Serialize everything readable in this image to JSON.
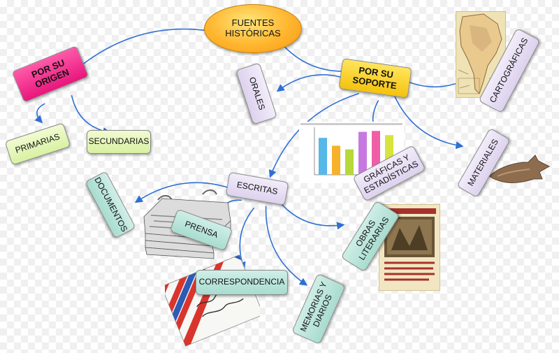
{
  "diagram": {
    "nodes": [
      {
        "id": "fuentes",
        "label": "FUENTES\nHISTÓRICAS",
        "style": "root",
        "color": "#f7a31b"
      },
      {
        "id": "origen",
        "label": "POR SU\nORIGEN",
        "style": "origen",
        "color": "#ee2a88"
      },
      {
        "id": "soporte",
        "label": "POR SU\nSOPORTE",
        "style": "soporte",
        "color": "#f7d02a"
      },
      {
        "id": "primarias",
        "label": "PRIMARIAS",
        "style": "green",
        "color": "#e5f7b5"
      },
      {
        "id": "secundarias",
        "label": "SECUNDARIAS",
        "style": "green",
        "color": "#e5f7b5"
      },
      {
        "id": "orales",
        "label": "ORALES",
        "style": "purple",
        "color": "#e6dcf2"
      },
      {
        "id": "cartograficas",
        "label": "CARTOGRÁFICAS",
        "style": "purple",
        "color": "#e6dcf2"
      },
      {
        "id": "graficas",
        "label": "GRÁFICAS Y\nESTADÍSTICAS",
        "style": "purple",
        "color": "#e6dcf2"
      },
      {
        "id": "materiales",
        "label": "MATERIALES",
        "style": "purple",
        "color": "#e6dcf2"
      },
      {
        "id": "escritas",
        "label": "ESCRITAS",
        "style": "purple",
        "color": "#e6dcf2"
      },
      {
        "id": "documentos",
        "label": "DOCUMENTOS",
        "style": "teal",
        "color": "#bfe7dc"
      },
      {
        "id": "prensa",
        "label": "PRENSA",
        "style": "teal",
        "color": "#bfe7dc"
      },
      {
        "id": "correspondencia",
        "label": "CORRESPONDENCIA",
        "style": "teal",
        "color": "#bfe7dc"
      },
      {
        "id": "memorias",
        "label": "MEMORIAS Y\nDIARIOS",
        "style": "teal",
        "color": "#bfe7dc"
      },
      {
        "id": "obras",
        "label": "OBRAS\nLITERARIAS",
        "style": "teal",
        "color": "#bfe7dc"
      }
    ],
    "edges": [
      {
        "from": "fuentes",
        "to": "origen"
      },
      {
        "from": "fuentes",
        "to": "soporte"
      },
      {
        "from": "origen",
        "to": "primarias"
      },
      {
        "from": "origen",
        "to": "secundarias"
      },
      {
        "from": "soporte",
        "to": "orales"
      },
      {
        "from": "soporte",
        "to": "cartograficas"
      },
      {
        "from": "soporte",
        "to": "graficas"
      },
      {
        "from": "soporte",
        "to": "materiales"
      },
      {
        "from": "soporte",
        "to": "escritas"
      },
      {
        "from": "escritas",
        "to": "documentos"
      },
      {
        "from": "escritas",
        "to": "prensa"
      },
      {
        "from": "escritas",
        "to": "correspondencia"
      },
      {
        "from": "escritas",
        "to": "memorias"
      },
      {
        "from": "escritas",
        "to": "obras"
      }
    ],
    "edge_color": "#2f6fd4",
    "illustrations": [
      {
        "name": "map-image",
        "subject": "antique map of South America"
      },
      {
        "name": "bar-chart-image",
        "subject": "bar chart",
        "values": [
          0.8,
          0.63,
          0.55,
          0.93,
          0.95,
          0.86
        ],
        "colors": [
          "#56b8e9",
          "#f5b22a",
          "#b6d83a",
          "#c879e0",
          "#ef5fa8",
          "#d8e43c"
        ]
      },
      {
        "name": "arrowhead-image",
        "subject": "stone arrowhead"
      },
      {
        "name": "newspaper-stack-image",
        "subject": "stack of newspapers"
      },
      {
        "name": "envelope-image",
        "subject": "air mail envelope with handwriting"
      },
      {
        "name": "old-book-page-image",
        "subject": "old printed book page"
      }
    ]
  }
}
